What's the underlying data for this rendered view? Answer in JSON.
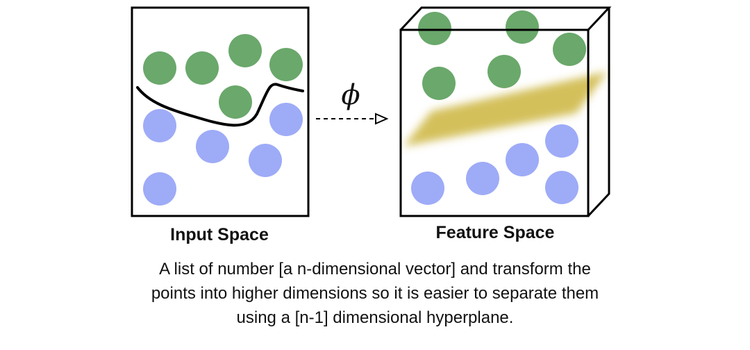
{
  "input_panel": {
    "label": "Input Space"
  },
  "mapping": {
    "symbol": "ϕ"
  },
  "feature_panel": {
    "label": "Feature Space"
  },
  "caption": {
    "lines": [
      "A list of number [a n-dimensional vector] and transform the",
      "points into higher dimensions so it is easier to separate them",
      "using a [n-1] dimensional hyperplane."
    ]
  },
  "colors": {
    "class_a": "#6aa86b",
    "class_b": "#9eabf7",
    "hyperplane": "#d2bd52",
    "outline": "#000000"
  }
}
